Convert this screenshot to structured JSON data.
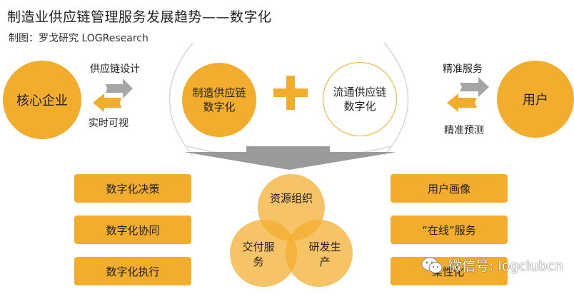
{
  "header": {
    "title": "制造业供应链管理服务发展趋势——数字化",
    "subtitle": "制图：罗戈研究 LOGResearch"
  },
  "left": {
    "core": "核心企业",
    "top_label": "供应链设计",
    "bottom_label": "实时可视"
  },
  "center": {
    "manufacturing_line1": "制造供应链",
    "manufacturing_line2": "数字化",
    "plus": "+",
    "circulation_line1": "流通供应链",
    "circulation_line2": "数字化"
  },
  "right": {
    "user": "用户",
    "top_label": "精准服务",
    "bottom_label": "精准预测"
  },
  "left_boxes": [
    "数字化决策",
    "数字化协同",
    "数字化执行"
  ],
  "right_boxes": [
    "用户画像",
    "“在线”服务",
    "柔性化"
  ],
  "venn": {
    "top": "资源组织",
    "left_line1": "交付服",
    "left_line2": "务",
    "right_line1": "研发生",
    "right_line2": "产"
  },
  "watermark": "微信号: logclubcn",
  "colors": {
    "accent": "#f3ad2c",
    "arrow_gray": "#9a9a9a"
  }
}
